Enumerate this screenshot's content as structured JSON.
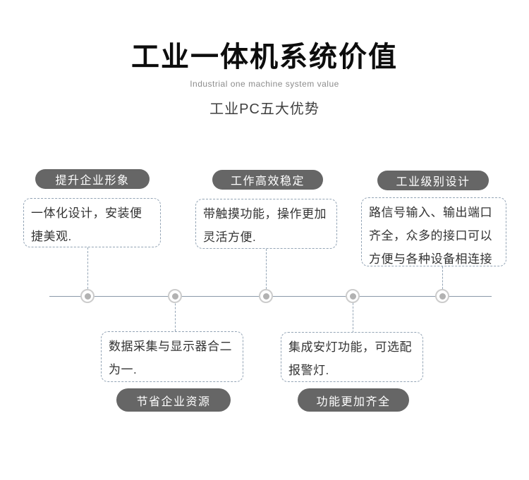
{
  "header": {
    "title": "工业一体机系统价值",
    "subtitle": "Industrial one machine system value",
    "tagline": "工业PC五大优势"
  },
  "colors": {
    "badge_bg": "#666666",
    "badge_text": "#ffffff",
    "dashed_border": "#93a4b5",
    "timeline_line": "#8a99a8",
    "dot_fill": "#b2b2b2",
    "dot_ring": "#cccccc",
    "body_text": "#333333",
    "subtitle_text": "#8c8c8c"
  },
  "timeline": {
    "top_items": [
      {
        "badge": "提升企业形象",
        "text": "一体化设计，安装便捷美观."
      },
      {
        "badge": "工作高效稳定",
        "text": "带触摸功能，操作更加灵活方便."
      },
      {
        "badge": "工业级别设计",
        "text": "路信号输入、输出端口齐全，众多的接口可以方便与各种设备相连接"
      }
    ],
    "bottom_items": [
      {
        "badge": "节省企业资源",
        "text": "数据采集与显示器合二为一."
      },
      {
        "badge": "功能更加齐全",
        "text": "集成安灯功能，可选配报警灯."
      }
    ]
  }
}
